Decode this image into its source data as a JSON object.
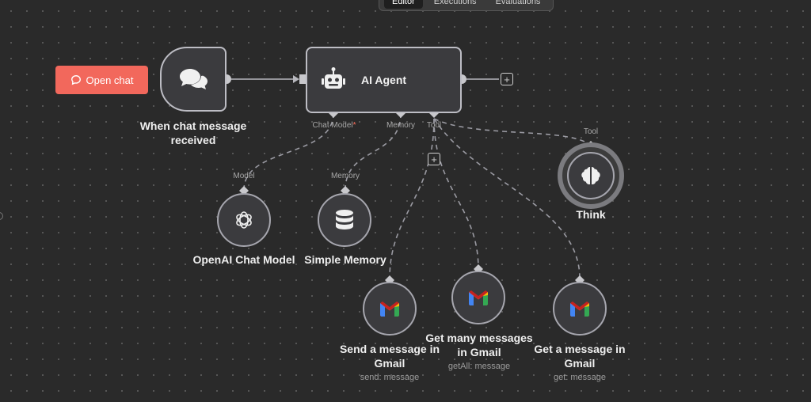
{
  "header": {
    "tabs": [
      "Editor",
      "Executions",
      "Evaluations"
    ],
    "active_tab": "Editor"
  },
  "open_chat": {
    "label": "Open chat"
  },
  "nodes": {
    "trigger": {
      "label": "When chat message received",
      "icon": "chat-bubbles-icon"
    },
    "agent": {
      "label": "AI Agent",
      "icon": "robot-icon",
      "ports": {
        "chat_model": "Chat Model",
        "required_mark": "*",
        "memory": "Memory",
        "tool": "Tool"
      }
    },
    "openai": {
      "label": "OpenAI Chat Model",
      "port": "Model",
      "icon": "openai-icon"
    },
    "memory": {
      "label": "Simple Memory",
      "port": "Memory",
      "icon": "database-icon"
    },
    "think": {
      "label": "Think",
      "port": "Tool",
      "icon": "brain-icon"
    },
    "gmail_send": {
      "label": "Send a message in Gmail",
      "sub": "send: message",
      "icon": "gmail-icon"
    },
    "gmail_get_all": {
      "label": "Get many messages in Gmail",
      "sub": "getAll: message",
      "icon": "gmail-icon"
    },
    "gmail_get": {
      "label": "Get a message in Gmail",
      "sub": "get: message",
      "icon": "gmail-icon"
    }
  },
  "colors": {
    "canvas": "#2a2a2a",
    "node_fill": "#3b3b3e",
    "node_border": "#bdbdc4",
    "accent": "#f2685c",
    "edge": "#9a9aa2"
  },
  "plus_symbol": "+"
}
